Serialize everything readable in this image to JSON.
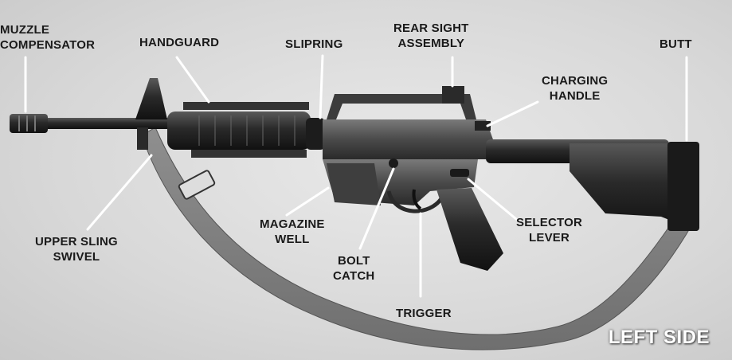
{
  "labels": {
    "muzzle_compensator": [
      "MUZZLE",
      "COMPENSATOR"
    ],
    "handguard": [
      "HANDGUARD"
    ],
    "slipring": [
      "SLIPRING"
    ],
    "rear_sight_assembly": [
      "REAR SIGHT",
      "ASSEMBLY"
    ],
    "charging_handle": [
      "CHARGING",
      "HANDLE"
    ],
    "butt": [
      "BUTT"
    ],
    "upper_sling_swivel": [
      "UPPER SLING",
      "SWIVEL"
    ],
    "magazine_well": [
      "MAGAZINE",
      "WELL"
    ],
    "bolt_catch": [
      "BOLT",
      "CATCH"
    ],
    "selector_lever": [
      "SELECTOR",
      "LEVER"
    ],
    "trigger": [
      "TRIGGER"
    ]
  },
  "view_label": "LEFT SIDE"
}
